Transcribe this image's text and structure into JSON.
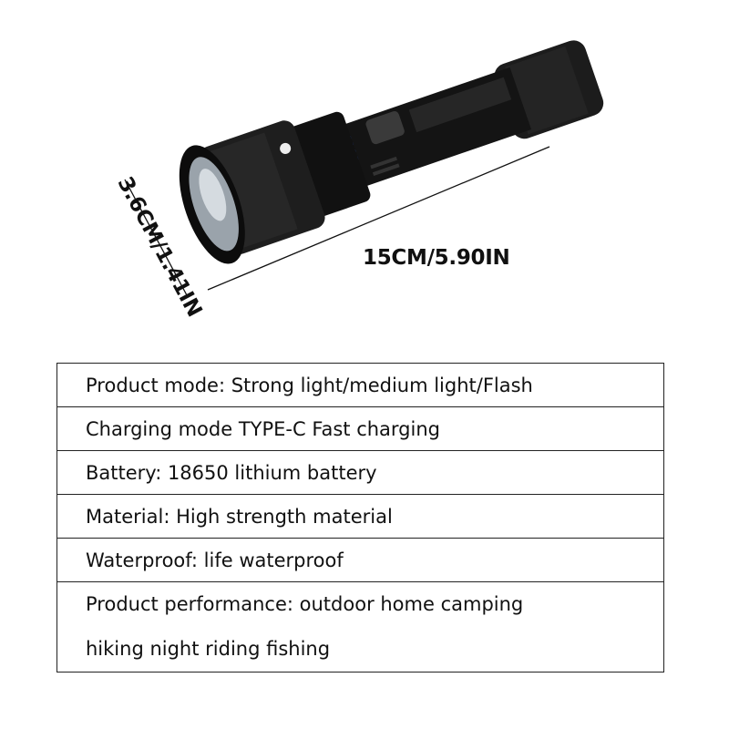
{
  "dimensions": {
    "length": "15CM/5.90IN",
    "diameter": "3.6CM/1.41IN"
  },
  "specs": [
    "Product mode: Strong light/medium light/Flash",
    "Charging mode TYPE-C Fast charging",
    "Battery: 18650 lithium battery",
    "Material: High strength material",
    "Waterproof: life waterproof"
  ],
  "performance": {
    "line1": "Product performance: outdoor home camping",
    "line2": "hiking night riding fishing"
  },
  "colors": {
    "body": "#1a1a1a",
    "indicator": "#2f6bff"
  }
}
